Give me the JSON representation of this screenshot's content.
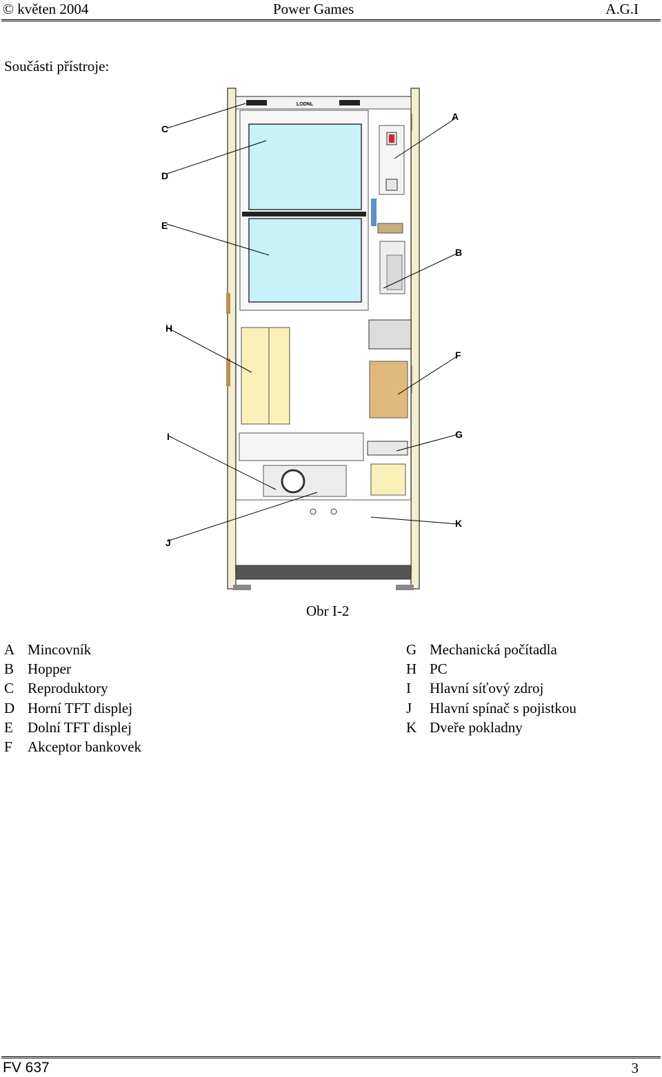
{
  "header": {
    "left": "© květen 2004",
    "center": "Power Games",
    "right": "A.G.I"
  },
  "section_title": "Součásti přístroje:",
  "figure": {
    "caption": "Obr I-2",
    "speaker_label": "LODNL",
    "callouts": [
      "A",
      "B",
      "C",
      "D",
      "E",
      "F",
      "G",
      "H",
      "I",
      "J",
      "K"
    ]
  },
  "legend": {
    "left": [
      {
        "key": "A",
        "text": "Mincovník"
      },
      {
        "key": "B",
        "text": "Hopper"
      },
      {
        "key": "C",
        "text": "Reproduktory"
      },
      {
        "key": "D",
        "text": "Horní TFT displej"
      },
      {
        "key": "E",
        "text": "Dolní TFT displej"
      },
      {
        "key": "F",
        "text": "Akceptor bankovek"
      }
    ],
    "right": [
      {
        "key": "G",
        "text": "Mechanická počítadla"
      },
      {
        "key": "H",
        "text": "PC"
      },
      {
        "key": "I",
        "text": "Hlavní síťový zdroj"
      },
      {
        "key": "J",
        "text": "Hlavní spínač s pojistkou"
      },
      {
        "key": "K",
        "text": "Dveře pokladny"
      }
    ]
  },
  "footer": {
    "left": "FV 637",
    "right": "3"
  }
}
